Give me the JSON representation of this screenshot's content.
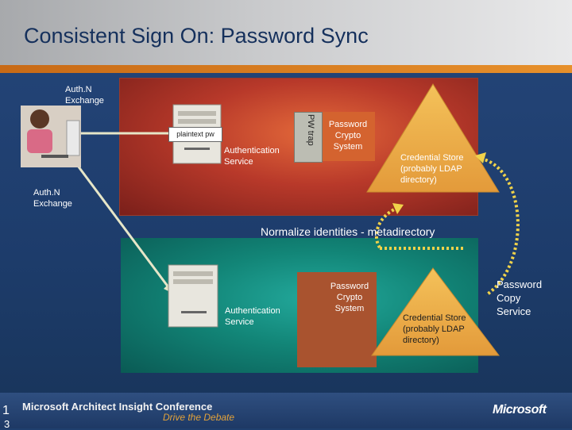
{
  "slide_title": "Consistent Sign On: Password Sync",
  "top": {
    "authn_exchange_1": [
      "Auth.N",
      "Exchange"
    ],
    "plaintext_pw": "plaintext pw",
    "authentication_service": [
      "Authentication",
      "Service"
    ],
    "pw_trap": "PW trap",
    "password_crypto_system": [
      "Password",
      "Crypto",
      "System"
    ],
    "credential_store": [
      "Credential Store",
      "(probably LDAP",
      "directory)"
    ]
  },
  "authn_exchange_2": [
    "Auth.N",
    "Exchange"
  ],
  "normalize": "Normalize identities - metadirectory",
  "bottom": {
    "authentication_service": [
      "Authentication",
      "Service"
    ],
    "password_crypto_system": [
      "Password",
      "Crypto",
      "System"
    ],
    "credential_store": [
      "Credential Store",
      "(probably LDAP",
      "directory)"
    ]
  },
  "password_copy": [
    "Password",
    "Copy",
    "Service"
  ],
  "footer": {
    "conference": "Microsoft Architect Insight Conference",
    "tagline": "Drive the Debate",
    "slide_number": [
      "1",
      "3"
    ],
    "logo": "Microsoft"
  },
  "colors": {
    "title": "#15305c",
    "orange_band": "#e7902b",
    "top_panel": "#b8392a",
    "bottom_panel": "#128577",
    "triangle": "#f2b64a",
    "dotted_arrow": "#f0d24a"
  },
  "icons": [
    "user-photo",
    "server-icon"
  ]
}
